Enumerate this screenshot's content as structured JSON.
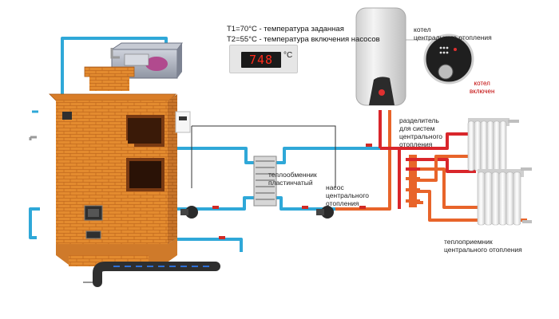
{
  "legend": {
    "t1": "Т1=70°С - температура заданная",
    "t2": "Т2=55°С - температура включения насосов"
  },
  "thermostat": {
    "display": "748",
    "unit": "°C"
  },
  "labels": {
    "boiler_line1": "котел",
    "boiler_line2": "центрального отопления",
    "boiler_on_line1": "котел",
    "boiler_on_line2": "включен",
    "distributor_line1": "разделитель",
    "distributor_line2": "для систем",
    "distributor_line3": "центрального",
    "distributor_line4": "отопления",
    "exchanger_line1": "теплообменник",
    "exchanger_line2": "пластинчатый",
    "pump_line1": "насос",
    "pump_line2": "центрального",
    "pump_line3": "отопления",
    "receiver_line1": "теплоприемник",
    "receiver_line2": "центрального отопления"
  },
  "colors": {
    "cold_pipe": "#2fa8d8",
    "hot_pipe": "#d9262b",
    "warm_pipe": "#e8642a",
    "brick": "#e08a2e",
    "brick_dark": "#b8621c",
    "radiator": "#eeeeee",
    "boiler_body": "#e3e3e3"
  }
}
